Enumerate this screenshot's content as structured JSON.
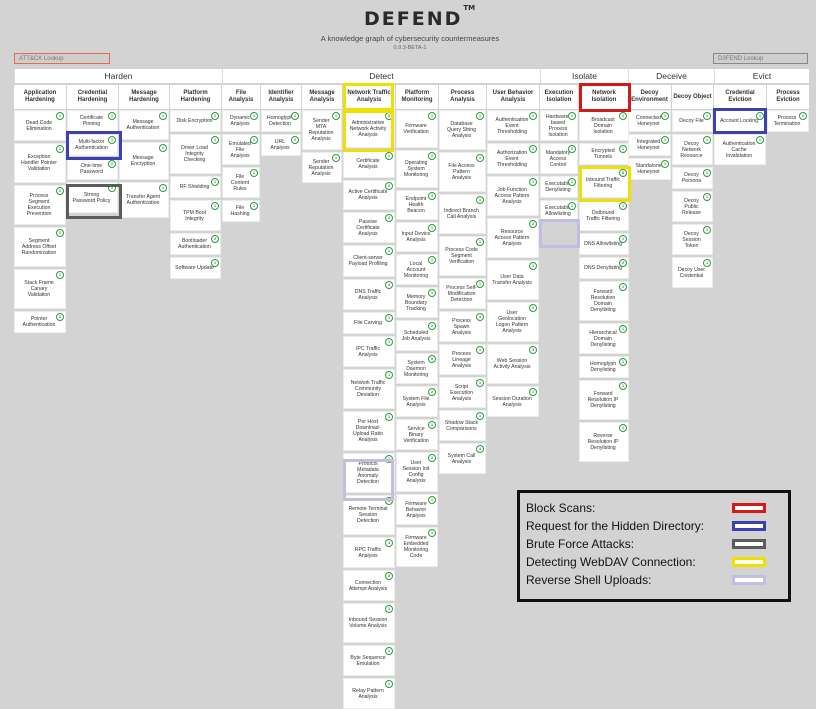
{
  "header": {
    "logo": "DEFEND",
    "tm": "TM",
    "tagline": "A knowledge graph of cybersecurity countermeasures",
    "version": "0.9.3-BETA-1"
  },
  "lookups": {
    "attack": "ATT&CK Lookup",
    "d3fend": "D3FEND Lookup"
  },
  "tactics": [
    "Harden",
    "Detect",
    "Isolate",
    "Deceive",
    "Evict"
  ],
  "columns": [
    {
      "title": "Application Hardening",
      "cards": [
        [
          "Dead Code Elimination",
          "1"
        ],
        [
          "Exception Handler Pointer Validation",
          "1"
        ],
        [
          "Process Segment Execution Prevention",
          "2"
        ],
        [
          "Segment Address Offset Randomization",
          "2"
        ],
        [
          "Stack Frame Canary Validation",
          "1"
        ],
        [
          "Pointer Authentication",
          "2"
        ]
      ]
    },
    {
      "title": "Credential Hardening",
      "cards": [
        [
          "Certificate Pinning",
          "1"
        ],
        [
          "Multi-factor Authentication",
          "1"
        ],
        [
          "One-time Password",
          "2"
        ],
        [
          "Strong Password Policy",
          "1"
        ]
      ]
    },
    {
      "title": "Message Hardening",
      "cards": [
        [
          "Message Authentication",
          "1"
        ],
        [
          "Message Encryption",
          "2"
        ],
        [
          "Transfer Agent Authentication",
          "1"
        ]
      ]
    },
    {
      "title": "Platform Hardening",
      "cards": [
        [
          "Disk Encryption",
          "1"
        ],
        [
          "Driver Load Integrity Checking",
          "1"
        ],
        [
          "RF Shielding",
          "1"
        ],
        [
          "TPM Boot Integrity",
          "1"
        ],
        [
          "Bootloader Authentication",
          "2"
        ],
        [
          "Software Update",
          "1"
        ]
      ]
    },
    {
      "title": "File Analysis",
      "cards": [
        [
          "Dynamic Analysis",
          "1"
        ],
        [
          "Emulated File Analysis",
          "1"
        ],
        [
          "File Content Rules",
          "1"
        ],
        [
          "File Hashing",
          "1"
        ]
      ]
    },
    {
      "title": "Identifier Analysis",
      "cards": [
        [
          "Homoglyph Detection",
          "1"
        ],
        [
          "URL Analysis",
          "2"
        ]
      ]
    },
    {
      "title": "Message Analysis",
      "cards": [
        [
          "Sender MTA Reputation Analysis",
          "1"
        ],
        [
          "Sender Reputation Analysis",
          "1"
        ]
      ]
    },
    {
      "title": "Network Traffic Analysis",
      "cards": [
        [
          "Administrative Network Activity Analysis",
          "3"
        ],
        [
          "Certificate Analysis",
          "1"
        ],
        [
          "Active Certificate Analysis",
          "2"
        ],
        [
          "Passive Certificate Analysis",
          "2"
        ],
        [
          "Client-server Payload Profiling",
          "1"
        ],
        [
          "DNS Traffic Analysis",
          "4"
        ],
        [
          "File Carving",
          "1"
        ],
        [
          "IPC Traffic Analysis",
          "1"
        ],
        [
          "Network Traffic Community Deviation",
          "1"
        ],
        [
          "Per Host Download-Upload Ratio Analysis",
          "1"
        ],
        [
          "Protocol Metadata Anomaly Detection",
          "1"
        ],
        [
          "Remote Terminal Session Detection",
          "1"
        ],
        [
          "RPC Traffic Analysis",
          "4"
        ],
        [
          "Connection Attempt Analysis",
          "3"
        ],
        [
          "Inbound Session Volume Analysis",
          "1"
        ],
        [
          "Byte Sequence Emulation",
          "1"
        ],
        [
          "Relay Pattern Analysis",
          "1"
        ]
      ]
    },
    {
      "title": "Platform Monitoring",
      "cards": [
        [
          "Firmware Verification",
          "1"
        ],
        [
          "Operating System Monitoring",
          "2"
        ],
        [
          "Endpoint Health Beacon",
          "3"
        ],
        [
          "Input Device Analysis",
          "1"
        ],
        [
          "Local Account Monitoring",
          "1"
        ],
        [
          "Memory Boundary Tracking",
          "1"
        ],
        [
          "Scheduled Job Analysis",
          "2"
        ],
        [
          "System Daemon Monitoring",
          "5"
        ],
        [
          "System File Analysis",
          "2"
        ],
        [
          "Service Binary Verification",
          "1"
        ],
        [
          "User Session Init Config Analysis",
          "2"
        ],
        [
          "Firmware Behavior Analysis",
          "1"
        ],
        [
          "Firmware Embedded Monitoring Code",
          "1"
        ]
      ]
    },
    {
      "title": "Process Analysis",
      "cards": [
        [
          "Database Query String Analysis",
          "1"
        ],
        [
          "File Access Pattern Analysis",
          "1"
        ],
        [
          "Indirect Branch Call Analysis",
          "1"
        ],
        [
          "Process Code Segment Verification",
          "1"
        ],
        [
          "Process Self-Modification Detection",
          "1"
        ],
        [
          "Process Spawn Analysis",
          "4"
        ],
        [
          "Process Lineage Analysis",
          "1"
        ],
        [
          "Script Execution Analysis",
          "1"
        ],
        [
          "Shadow Stack Comparisons",
          "1"
        ],
        [
          "System Call Analysis",
          "4"
        ]
      ]
    },
    {
      "title": "User Behavior Analysis",
      "cards": [
        [
          "Authentication Event Thresholding",
          "2"
        ],
        [
          "Authorization Event Thresholding",
          "1"
        ],
        [
          "Job Function Access Pattern Analysis",
          "1"
        ],
        [
          "Resource Access Pattern Analysis",
          "2"
        ],
        [
          "User Data Transfer Analysis",
          "1"
        ],
        [
          "User Geolocation Logon Pattern Analysis",
          "2"
        ],
        [
          "Web Session Activity Analysis",
          "3"
        ],
        [
          "Session Duration Analysis",
          "1"
        ]
      ]
    },
    {
      "title": "Execution Isolation",
      "cards": [
        [
          "Hardware-based Process Isolation",
          "1"
        ],
        [
          "Mandatory Access Control",
          "2"
        ],
        [
          "Executable Denylisting",
          "1"
        ],
        [
          "Executable Allowlisting",
          "1"
        ]
      ]
    },
    {
      "title": "Network Isolation",
      "cards": [
        [
          "Broadcast Domain Isolation",
          "1"
        ],
        [
          "Encrypted Tunnels",
          "1"
        ],
        [
          "Inbound Traffic Filtering",
          "8"
        ],
        [
          "Outbound Traffic Filtering",
          "1"
        ],
        [
          "DNS Allowlisting",
          "1"
        ],
        [
          "DNS Denylisting",
          "2"
        ],
        [
          "Forward Resolution Domain Denylisting",
          "1"
        ],
        [
          "Hierarchical Domain Denylisting",
          "1"
        ],
        [
          "Homoglyph Denylisting",
          "1"
        ],
        [
          "Forward Resolution IP Denylisting",
          "1"
        ],
        [
          "Reverse Resolution IP Denylisting",
          "1"
        ]
      ]
    },
    {
      "title": "Decoy Environment",
      "cards": [
        [
          "Connected Honeynet",
          "1"
        ],
        [
          "Integrated Honeynet",
          "1"
        ],
        [
          "Standalone Honeynet",
          "1"
        ]
      ]
    },
    {
      "title": "Decoy Object",
      "cards": [
        [
          "Decoy File",
          "1"
        ],
        [
          "Decoy Network Resource",
          "1"
        ],
        [
          "Decoy Persona",
          "1"
        ],
        [
          "Decoy Public Release",
          "1"
        ],
        [
          "Decoy Session Token",
          "1"
        ],
        [
          "Decoy User Credential",
          "1"
        ]
      ]
    },
    {
      "title": "Credential Eviction",
      "cards": [
        [
          "Account Locking",
          "1"
        ],
        [
          "Authentication Cache Invalidation",
          "1"
        ]
      ]
    },
    {
      "title": "Process Eviction",
      "cards": [
        [
          "Process Termination",
          "2"
        ]
      ]
    }
  ],
  "legend": {
    "items": [
      {
        "label": "Block Scans:",
        "color": "#d11a1a"
      },
      {
        "label": "Request for the Hidden Directory:",
        "color": "#3d3fb3"
      },
      {
        "label": "Brute Force Attacks:",
        "color": "#5c5c5c"
      },
      {
        "label": "Detecting WebDAV Connection:",
        "color": "#f0e000"
      },
      {
        "label": "Reverse Shell Uploads:",
        "color": "#c1bde4"
      }
    ]
  }
}
